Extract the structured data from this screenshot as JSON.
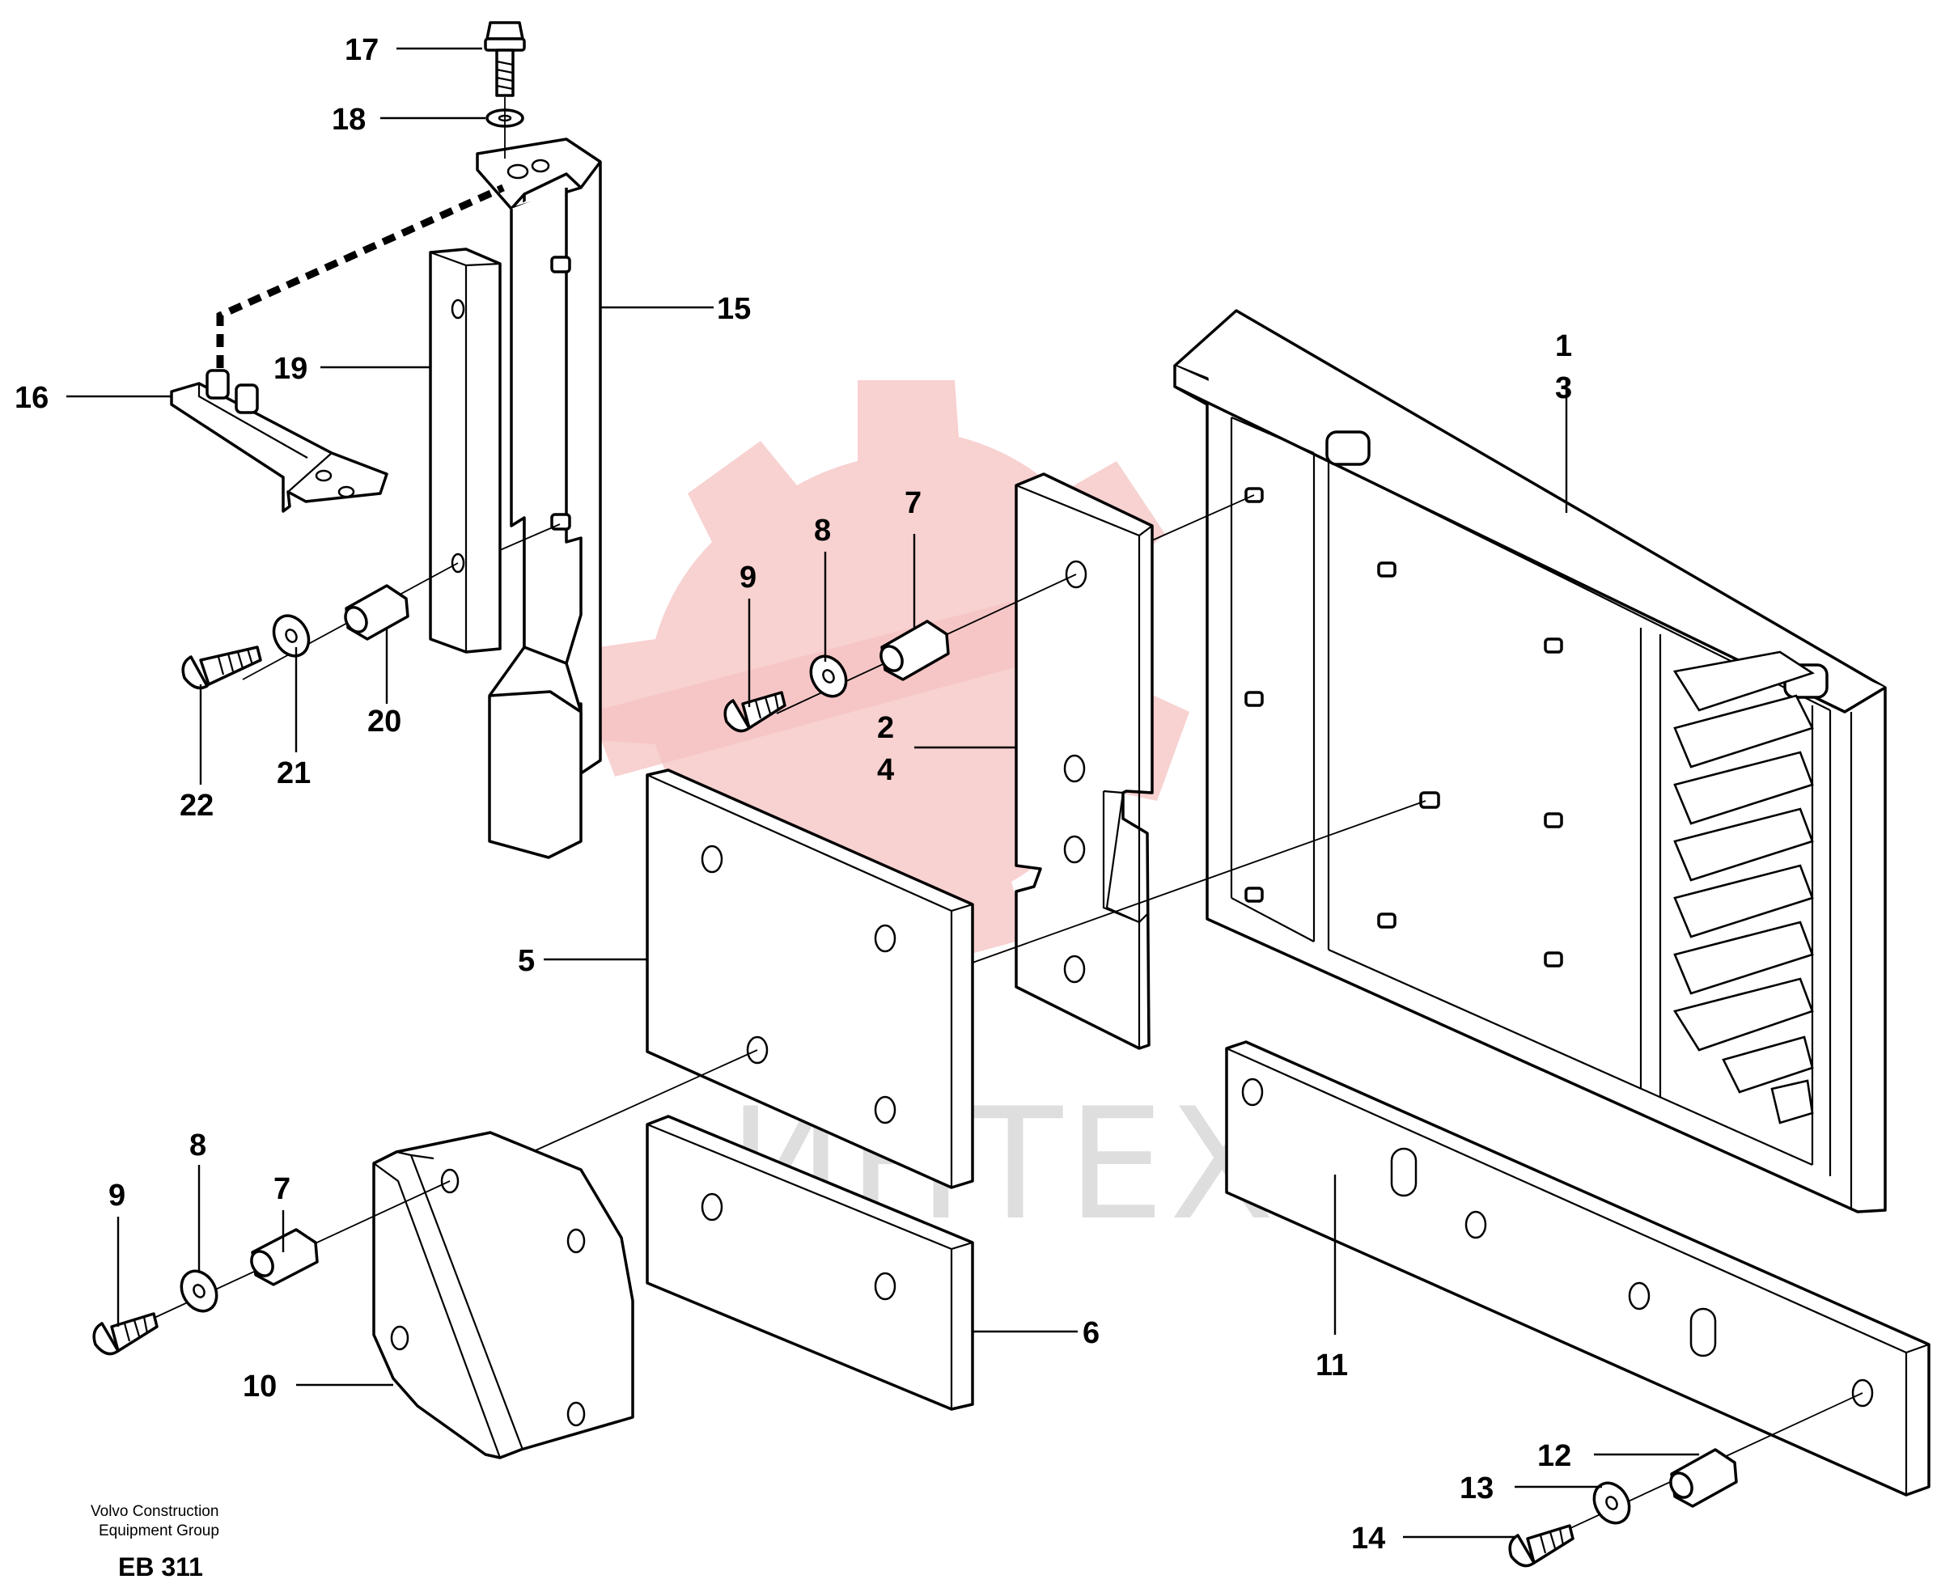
{
  "callouts": {
    "c1": "1",
    "c2": "2",
    "c3": "3",
    "c4": "4",
    "c5": "5",
    "c6": "6",
    "c7a": "7",
    "c7b": "7",
    "c8a": "8",
    "c8b": "8",
    "c9a": "9",
    "c9b": "9",
    "c10": "10",
    "c11": "11",
    "c12": "12",
    "c13": "13",
    "c14": "14",
    "c15": "15",
    "c16": "16",
    "c17": "17",
    "c18": "18",
    "c19": "19",
    "c20": "20",
    "c21": "21",
    "c22": "22"
  },
  "footer": {
    "company_line1": "Volvo Construction",
    "company_line2": "Equipment Group",
    "code": "EB 311"
  },
  "watermark": {
    "text": "ИНТЕХ",
    "color": "#f6c2c2"
  }
}
